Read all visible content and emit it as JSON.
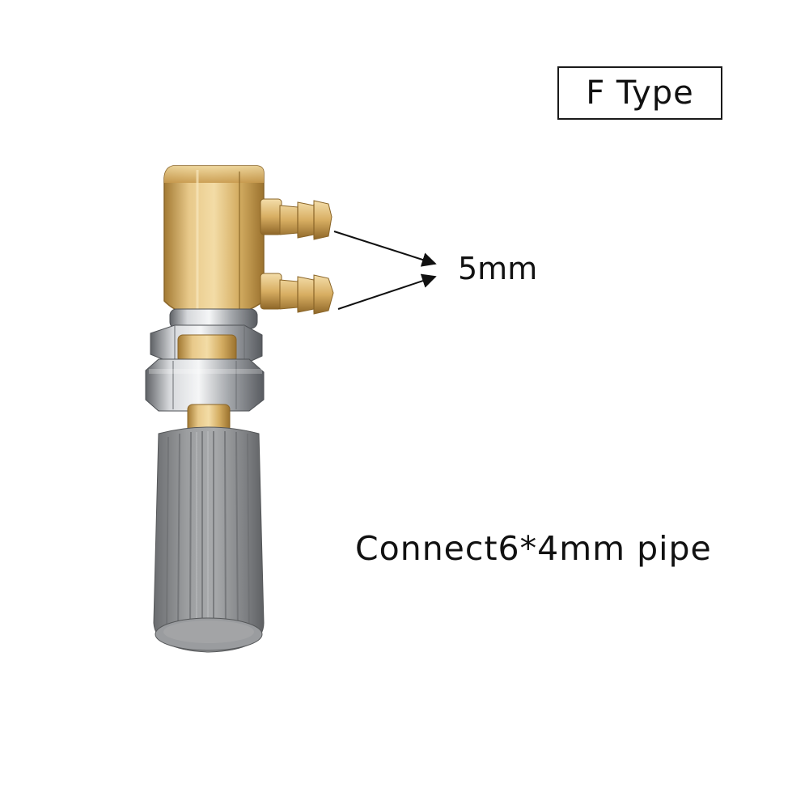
{
  "type_label": "F Type",
  "barb_size_label": "5mm",
  "connect_label": "Connect6*4mm pipe",
  "colors": {
    "brass": "#d9b46a",
    "chrome": "#b9bcc0",
    "knob": "#8d8f91"
  }
}
